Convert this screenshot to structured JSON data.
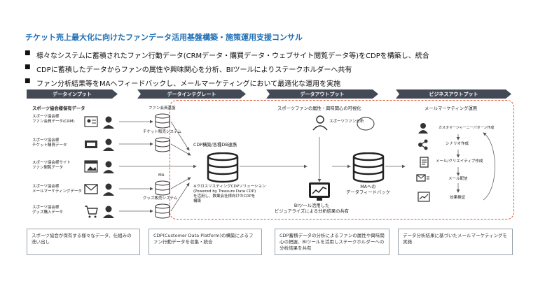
{
  "title": "チケット売上最大化に向けたファンデータ活用基盤構築・施策運用支援コンサル",
  "bullets": [
    "様々なシステムに蓄積されたファン行動データ(CRMデータ・購買データ・ウェブサイト閲覧データ等)をCDPを構築し、統合",
    "CDPに蓄積したデータからファンの属性や興味関心を分析、BIツールによりステークホルダーへ共有",
    "ファン分析結果等をMAへフィードバックし、メールマーケティングにおいて最適化な運用を実施"
  ],
  "phases": [
    "データインプット",
    "データインテグレート",
    "データアウトプット",
    "ビジネスアウトプット"
  ],
  "input": {
    "heading": "スポーツ協会様保有データ",
    "sources": [
      {
        "label": "スポーツ協会様\nファン会員データ(CRM)",
        "icon": "person-card-icon"
      },
      {
        "label": "スポーツ協会様\nチケット購買データ",
        "icon": "ticket-icon"
      },
      {
        "label": "スポーツ協会様サイト\nファン閲覧データ",
        "icon": "browser-icon"
      },
      {
        "label": "スポーツ協会様\nメールマーケティングデータ",
        "icon": "mail-icon"
      },
      {
        "label": "スポーツ協会様\nグッズ購入データ",
        "icon": "cart-icon"
      }
    ]
  },
  "integrate": {
    "systems": [
      "ファン会員基盤",
      "チケット販売システム",
      "MA",
      "グッズ販売システム"
    ],
    "cdp_label": "CDP構築/各種DB連携",
    "cdp_note": "※クロスリスティングCDPソリューション\n(Powered by Treasure Data CDP)\nを活用し、数業会社様向けのCDPを\n構築"
  },
  "output": {
    "visualize_label": "スポーツファンの属性・興味関心の可視化",
    "analysis_label": "スポーツファン分析",
    "bi_label": "BIツール活用した\nビジュアライズによる分析結果の共有",
    "ma_label": "MAへの\nデータフィードバック"
  },
  "business": {
    "heading": "メールマーケティング運用",
    "steps": [
      "カスタマージャーニーパターン作成",
      "シナリオ作成",
      "メール/クリエイティブ作成",
      "メール配信",
      "効果検証"
    ]
  },
  "summaries": [
    "スポーツ協会が保有する様々なデータ、仕組みの洗い出し",
    "CDP(Customer Data Platform)の構築によるファン行動データを収集・統合",
    "CDP蓄積データの分析によるファンの属性や興味関心の把握、BIツールを活用しステークホルダーへの分析結果を共有",
    "データ分析結果に基づいたメールマーケティングを実施"
  ],
  "colors": {
    "title": "#1f6fb5",
    "chevron": "#444a55",
    "dashed": "#d8583a"
  }
}
